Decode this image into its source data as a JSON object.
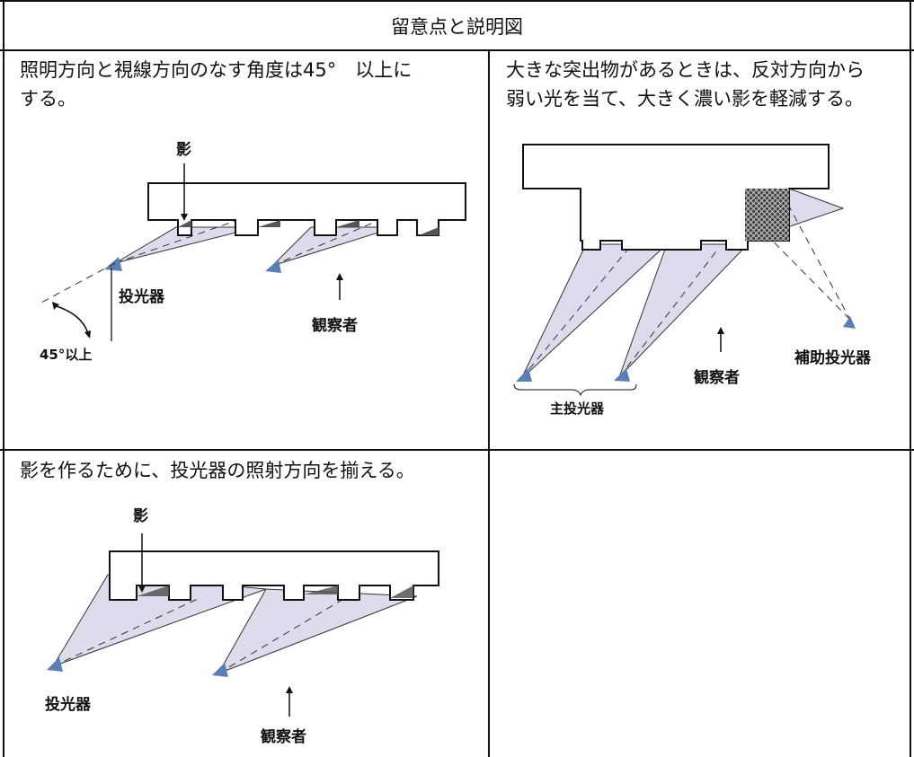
{
  "header": {
    "title": "留意点と説明図"
  },
  "cells": {
    "angle": {
      "caption_line1": "照明方向と視線方向のなす角度は45°　以上に",
      "caption_line2": "する。",
      "labels": {
        "shadow": "影",
        "projector": "投光器",
        "observer": "観察者",
        "angle": "45°以上"
      }
    },
    "protrusion": {
      "caption_line1": "大きな突出物があるときは、反対方向から",
      "caption_line2": "弱い光を当て、大きく濃い影を軽減する。",
      "labels": {
        "main_projector": "主投光器",
        "observer": "観察者",
        "aux_projector": "補助投光器"
      }
    },
    "direction": {
      "caption_line1": "影を作るために、投光器の照射方向を揃える。",
      "labels": {
        "shadow": "影",
        "projector": "投光器",
        "observer": "観察者"
      }
    }
  },
  "colors": {
    "beam_fill": "#dcdcec",
    "projector": "#5a7fb4",
    "shadow": "#555555",
    "border": "#111111"
  }
}
